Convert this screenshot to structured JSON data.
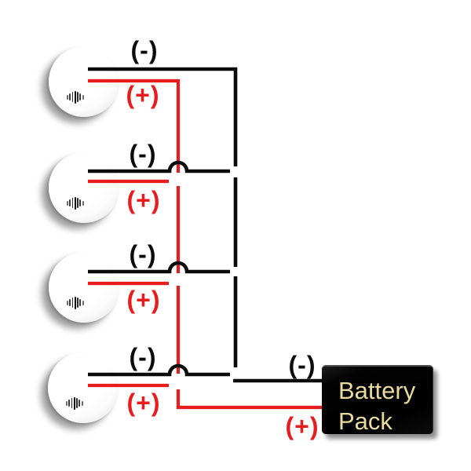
{
  "labels": {
    "negative": "(-)",
    "positive": "(+)"
  },
  "battery_pack": {
    "line1": "Battery",
    "line2": "Pack"
  },
  "colors": {
    "negative_wire": "#0b0b0b",
    "positive_wire": "#e81b1d",
    "battery_background": "#000000",
    "battery_text": "#e9db9d",
    "canvas_background": "#ffffff"
  },
  "components": {
    "smoke_detector_count": 4,
    "detector_names": [
      "smoke-detector-1",
      "smoke-detector-2",
      "smoke-detector-3",
      "smoke-detector-4"
    ]
  }
}
